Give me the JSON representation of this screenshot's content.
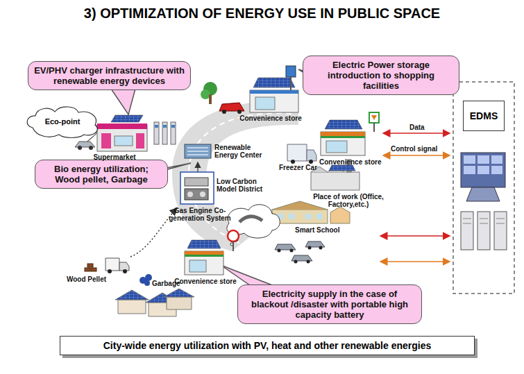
{
  "diagram": {
    "title": "3) OPTIMIZATION OF ENERGY USE IN PUBLIC SPACE",
    "nodes": [
      {
        "text": [
          "EV/PHV charger infrastructure with renewable energy devices"
        ]
      },
      {
        "text": [
          "Electric Power storage introduction to shopping facilities"
        ]
      },
      {
        "text": [
          "Eco-point"
        ]
      },
      {
        "text": [
          "EDMS"
        ]
      },
      {
        "text": [
          "Bio energy utilization; Wood pellet, Garbage"
        ]
      },
      {
        "text": [
          "Electricity supply in the case of blackout /disaster with portable high capacity battery"
        ]
      },
      {
        "text": [
          "City-wide energy utilization with PV, heat and other renewable energies"
        ]
      }
    ],
    "labels": [
      "Supermarket",
      "Convenience store",
      "Renewable Energy Center",
      "Low Carbon Model District",
      "Gas Engine Co-generation System",
      "Freezer Car",
      "Convenience store",
      "Data",
      "Control signal",
      "Place of work (Office, Factory,etc.)",
      "Smart School",
      "Convenience store",
      "Wood Pellet",
      "Garbage"
    ]
  }
}
